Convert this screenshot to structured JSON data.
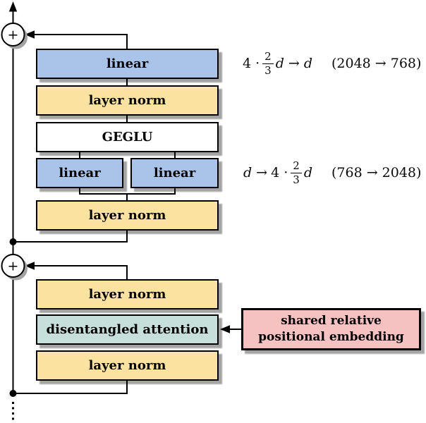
{
  "colors": {
    "box_blue": "#a9c4e8",
    "box_yellow": "#fce2a0",
    "box_teal": "#c6dfda",
    "box_pink": "#f5c2c1",
    "outline": "#000000",
    "shadow": "#a3a3a3",
    "background": "#ffffff"
  },
  "residual": {
    "plus_top": "+",
    "plus_bottom": "+"
  },
  "ffn_block": {
    "linear_out": "linear",
    "layer_norm_out": "layer norm",
    "geglu": "GEGLU",
    "linear_in_left": "linear",
    "linear_in_right": "linear",
    "layer_norm_in": "layer norm"
  },
  "attention_block": {
    "layer_norm_out": "layer norm",
    "attention": "disentangled attention",
    "layer_norm_in": "layer norm"
  },
  "embedding_box": {
    "line1": "shared relative",
    "line2": "positional embedding"
  },
  "formulas": {
    "down_projection": {
      "coeff": "4 ·",
      "frac_num": "2",
      "frac_den": "3",
      "var_in": "d",
      "arrow": "→",
      "var_out": "d",
      "dims": "(2048 → 768)"
    },
    "up_projection": {
      "var_in": "d",
      "arrow": "→",
      "coeff": "4 ·",
      "frac_num": "2",
      "frac_den": "3",
      "var_out": "d",
      "dims": "(768 → 2048)"
    }
  }
}
